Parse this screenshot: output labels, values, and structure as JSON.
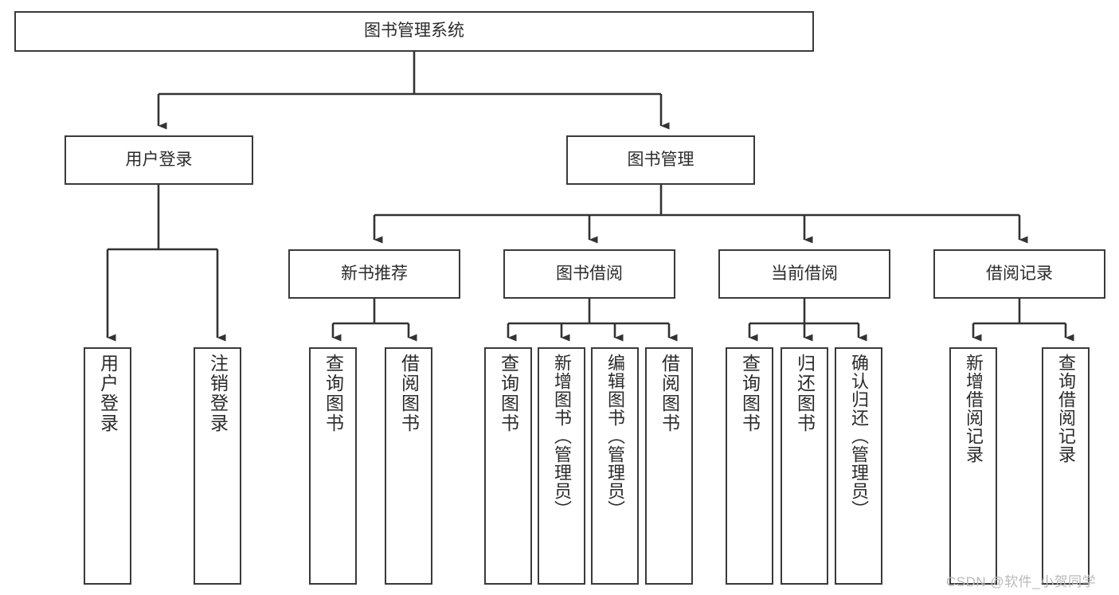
{
  "diagram": {
    "type": "tree-flowchart",
    "root": {
      "id": "root",
      "label": "图书管理系统"
    },
    "level1": [
      {
        "id": "user-login",
        "label": "用户登录"
      },
      {
        "id": "book-management",
        "label": "图书管理"
      }
    ],
    "level2": [
      {
        "id": "new-book-recommend",
        "label": "新书推荐",
        "parent": "book-management"
      },
      {
        "id": "book-borrow",
        "label": "图书借阅",
        "parent": "book-management"
      },
      {
        "id": "current-borrow",
        "label": "当前借阅",
        "parent": "book-management"
      },
      {
        "id": "borrow-record",
        "label": "借阅记录",
        "parent": "book-management"
      }
    ],
    "leaves": [
      {
        "id": "leaf-user-login",
        "label": "用户登录",
        "parent": "user-login"
      },
      {
        "id": "leaf-logout-login",
        "label": "注销登录",
        "parent": "user-login"
      },
      {
        "id": "leaf-query-book-1",
        "label": "查询图书",
        "parent": "new-book-recommend"
      },
      {
        "id": "leaf-borrow-book-1",
        "label": "借阅图书",
        "parent": "new-book-recommend"
      },
      {
        "id": "leaf-query-book-2",
        "label": "查询图书",
        "parent": "book-borrow"
      },
      {
        "id": "leaf-add-book",
        "label": "新增图书（管理员）",
        "parent": "book-borrow"
      },
      {
        "id": "leaf-edit-book",
        "label": "编辑图书（管理员）",
        "parent": "book-borrow"
      },
      {
        "id": "leaf-borrow-book-2",
        "label": "借阅图书",
        "parent": "book-borrow"
      },
      {
        "id": "leaf-query-book-3",
        "label": "查询图书",
        "parent": "current-borrow"
      },
      {
        "id": "leaf-return-book",
        "label": "归还图书",
        "parent": "current-borrow"
      },
      {
        "id": "leaf-confirm-return",
        "label": "确认归还（管理员）",
        "parent": "current-borrow"
      },
      {
        "id": "leaf-add-record",
        "label": "新增借阅记录",
        "parent": "borrow-record"
      },
      {
        "id": "leaf-query-record",
        "label": "查询借阅记录",
        "parent": "borrow-record"
      }
    ],
    "colors": {
      "border": "#3a3a3a",
      "background": "#ffffff",
      "text": "#2b2b2b",
      "connector": "#333333",
      "watermark": "#b9b9b9"
    }
  },
  "watermark": {
    "text": "CSDN @软件_小贺同学"
  }
}
